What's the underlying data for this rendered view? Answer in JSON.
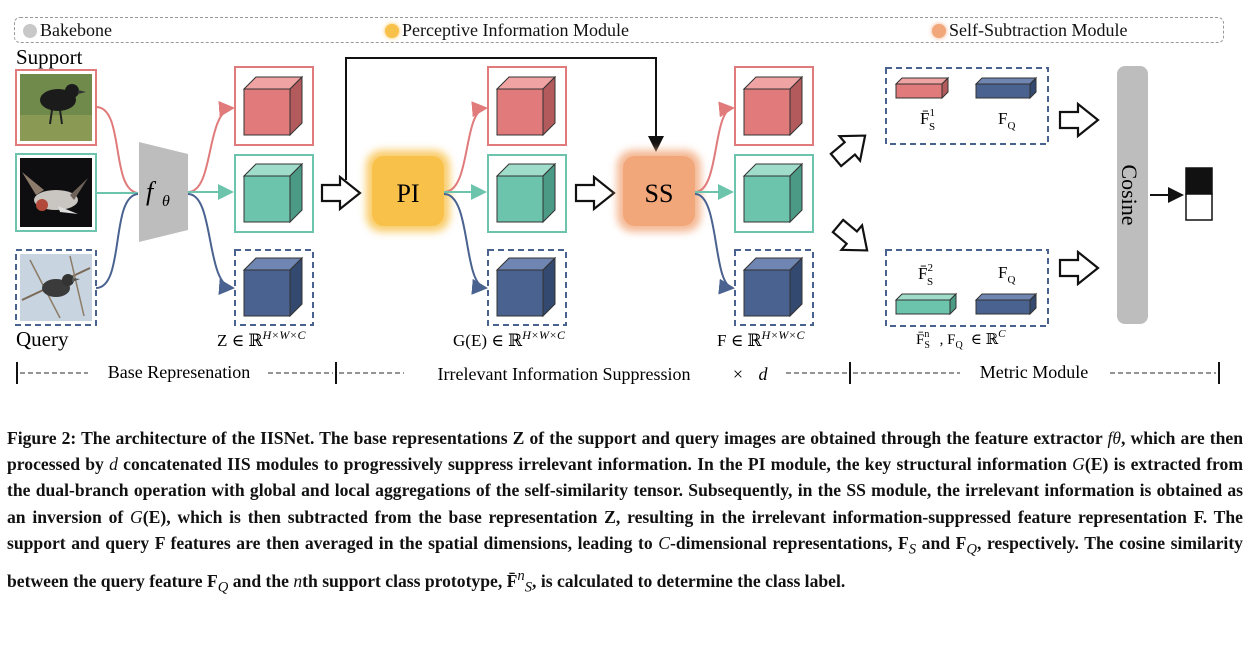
{
  "legend": {
    "backbone": {
      "label": "Bakebone",
      "color": "#c8c8c8"
    },
    "pi": {
      "label": "Perceptive Information Module",
      "color": "#f8c14a"
    },
    "ss": {
      "label": "Self-Subtraction  Module",
      "color": "#f2a77a"
    }
  },
  "diagram": {
    "support_label": "Support",
    "query_label": "Query",
    "extractor_label": "f",
    "extractor_sub": "θ",
    "pi_label": "PI",
    "ss_label": "SS",
    "cosine_label": "Cosine",
    "formulas": {
      "z": "Z ∈ ℝ",
      "g": "G(E) ∈ ℝ",
      "f": "F ∈ ℝ",
      "dims": "H×W×C"
    },
    "metric": {
      "fs1_label": "F̄",
      "fs1_sup": "1",
      "fs2_sup": "2",
      "fsn_sup": "n",
      "fs_sub": "S",
      "fq_label": "F",
      "fq_sub": "Q",
      "bottom_formula_suffix": "∈ ℝ",
      "bottom_formula_sup": "C"
    },
    "sections": {
      "base": "Base Represenation",
      "iis": "Irrelevant Information Suppression",
      "times": "×",
      "d": "d",
      "metric": "Metric Module"
    },
    "colors": {
      "support_red": "#e07a7b",
      "green": "#6cc4ad",
      "navy": "#4a6290",
      "pi_fill": "#f8c14a",
      "ss_fill": "#f2a77a",
      "gray": "#bdbdbd"
    }
  },
  "caption": {
    "figure_label": "Figure 2:",
    "text_1": " The architecture of the IISNet. The base representations Z of the support and query images are obtained through the feature extractor ",
    "f_theta": "fθ",
    "text_2": ", which are then processed by ",
    "d": "d",
    "text_3": " concatenated IIS modules to progressively suppress irrelevant information. In the PI module, the key structural information ",
    "g_e": "G",
    "text_4": "(E) is extracted from the dual-branch operation with global and local aggregations of the self-similarity tensor. Subsequently, in the SS module, the irrelevant information is obtained as an inversion of ",
    "g_e2": "G",
    "text_5": "(E), which is then subtracted from the base representation Z, resulting in the irrelevant information-suppressed feature representation F. The support and query F features are then averaged in the spatial dimensions, leading to ",
    "c": "C",
    "text_6": "-dimensional representations, F",
    "s_sub": "S",
    "text_7": " and F",
    "q_sub": "Q",
    "text_8": ", respectively. The cosine similarity between the query feature F",
    "q_sub2": "Q",
    "text_9": " and the ",
    "n": "n",
    "text_10": "th support class prototype, F̄",
    "sn_sup": "n",
    "sn_sub": "S",
    "text_11": ", is calculated to determine the class label."
  }
}
